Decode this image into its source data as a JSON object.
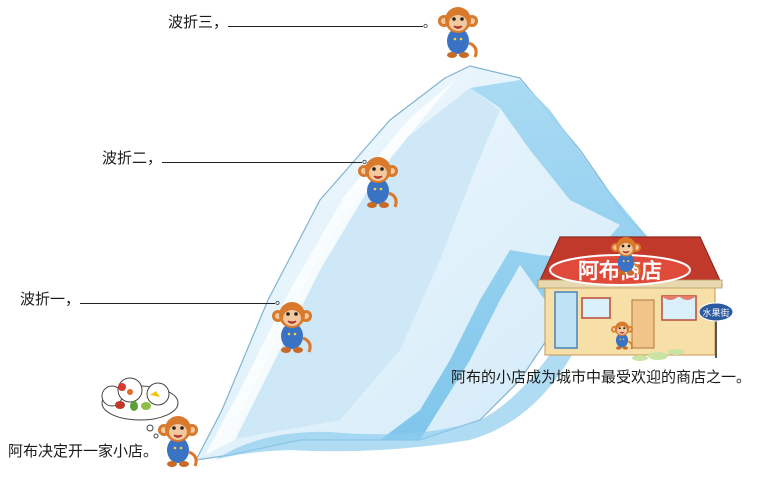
{
  "labels": {
    "twist3": "波折三，",
    "twist2": "波折二，",
    "twist1": "波折一，",
    "period": "。",
    "start": "阿布决定开一家小店。",
    "end": "阿布的小店成为城市中最受欢迎的商店之一。"
  },
  "shop": {
    "sign": "阿布商店",
    "street_sign": "水果街"
  },
  "colors": {
    "mountain_light": "#e6f3fb",
    "mountain_mid": "#b9def3",
    "mountain_dark": "#7fc6ea",
    "roof": "#c0392b",
    "wall": "#f7dfa8",
    "monkey_fur": "#d9792b",
    "overalls": "#3a73c4"
  }
}
